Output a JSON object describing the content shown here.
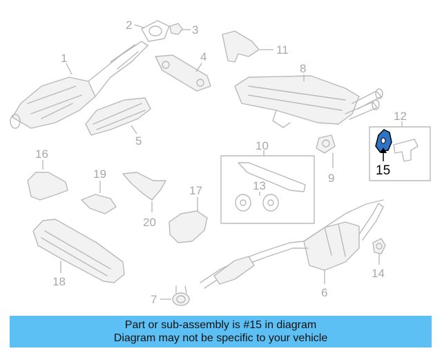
{
  "banner": {
    "line1": "Part or sub-assembly is #15 in diagram",
    "line2": "Diagram may not be specific to your vehicle"
  },
  "colors": {
    "banner_bg": "#5cc0f4",
    "highlight_part": "#2f74c4",
    "diagram_line": "#b9b9b9",
    "callout_text": "#a8a8a8"
  },
  "callouts": {
    "c1": "1",
    "c2": "2",
    "c3": "3",
    "c4": "4",
    "c5": "5",
    "c6": "6",
    "c7": "7",
    "c8": "8",
    "c9": "9",
    "c10": "10",
    "c11": "11",
    "c12": "12",
    "c13": "13",
    "c14": "14",
    "c15": "15",
    "c16": "16",
    "c17": "17",
    "c18": "18",
    "c19": "19",
    "c20": "20"
  },
  "highlighted_part": "15"
}
